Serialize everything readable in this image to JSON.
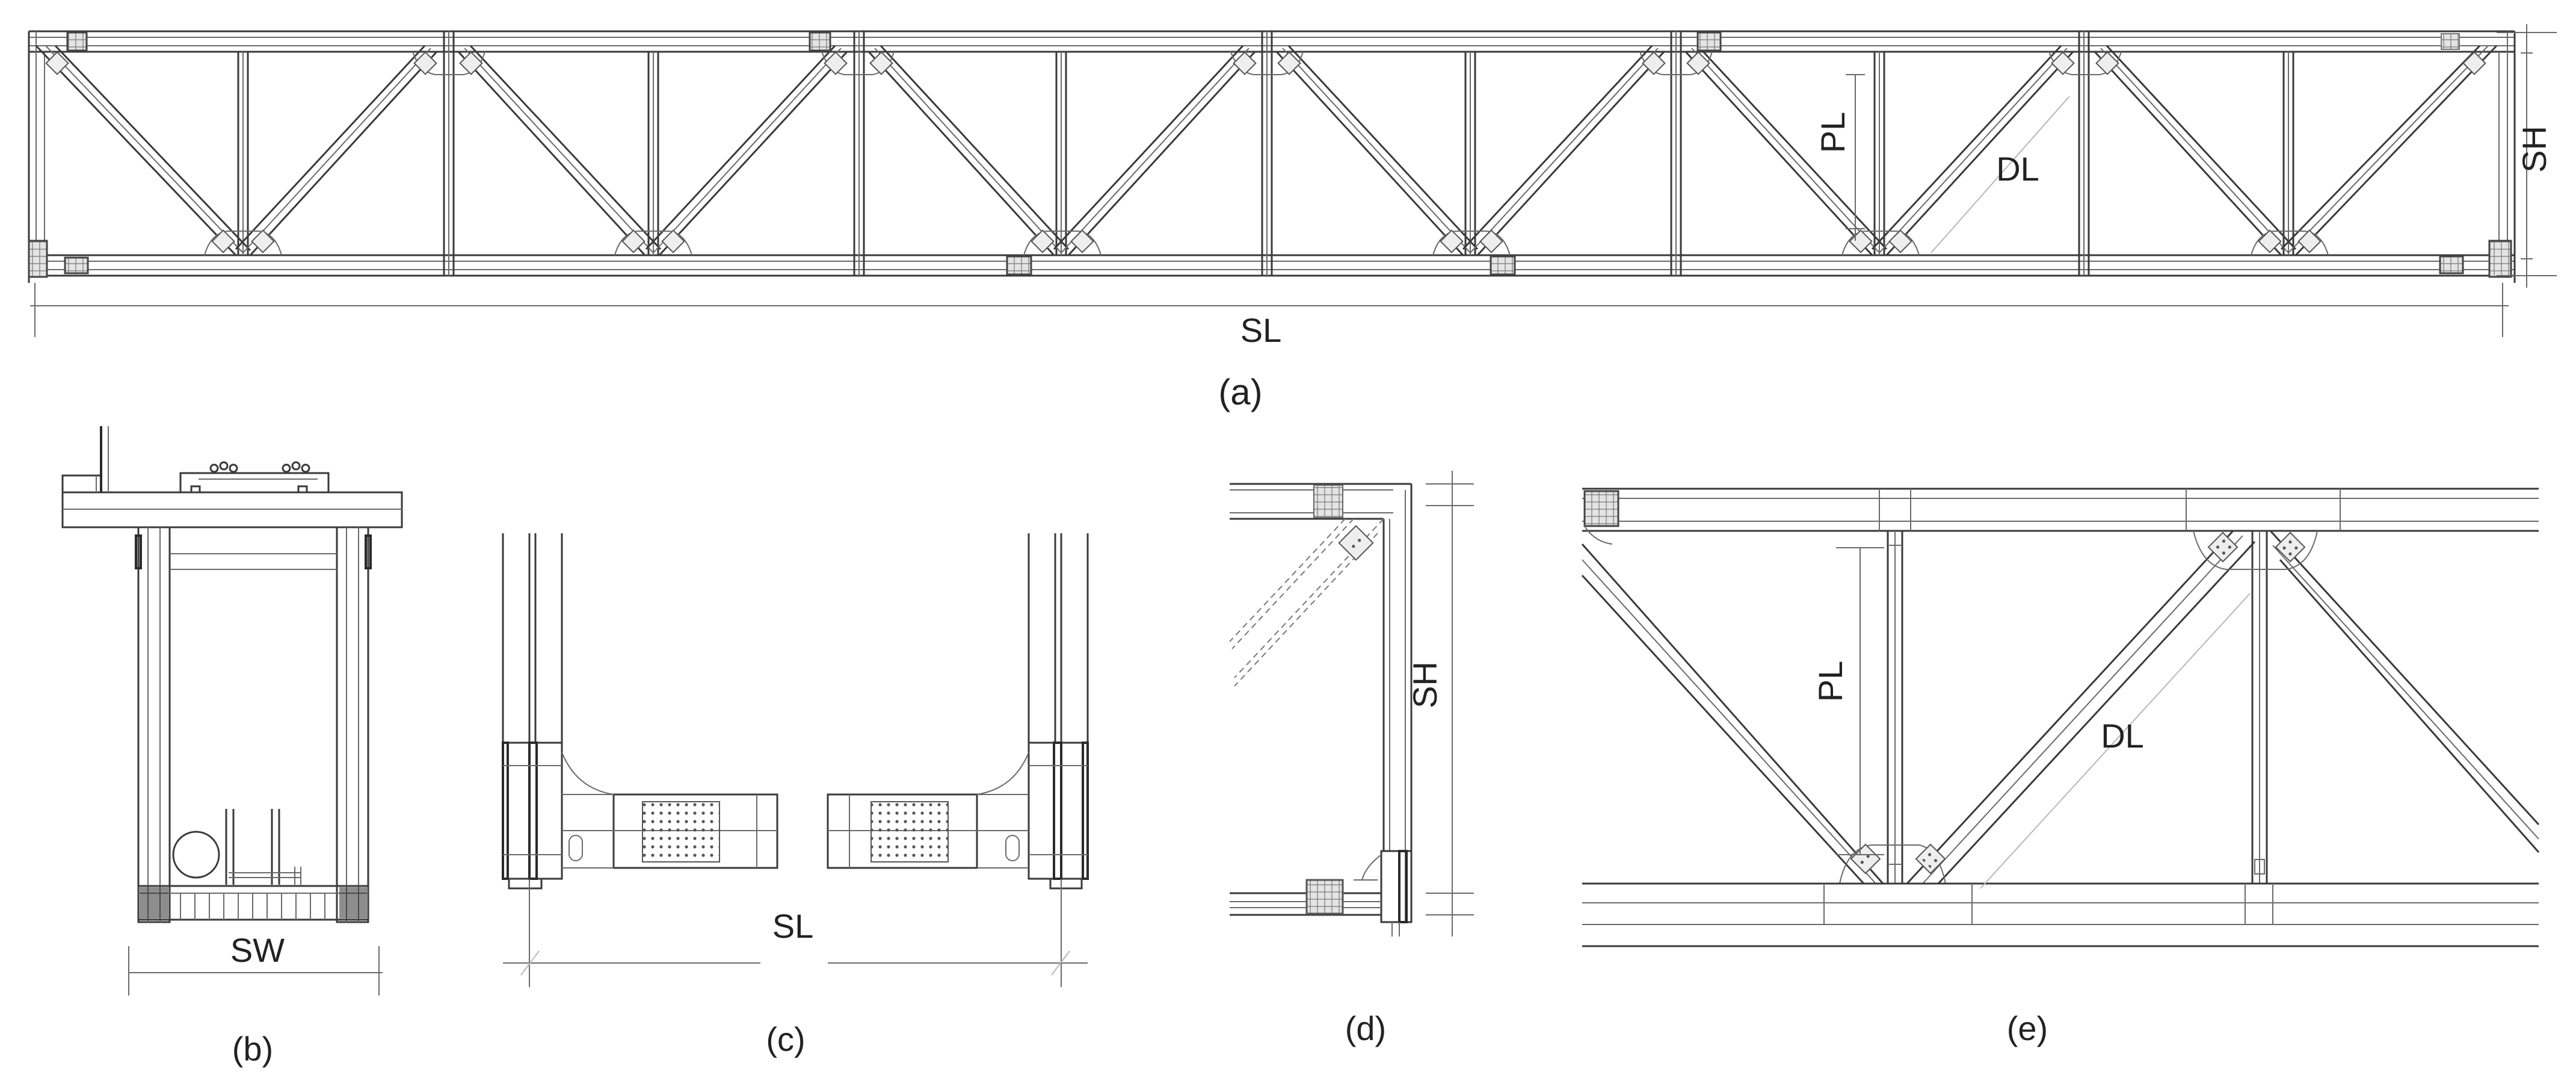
{
  "labels": {
    "sl": "SL",
    "sh": "SH",
    "pl": "PL",
    "dl": "DL",
    "sw": "SW"
  },
  "captions": {
    "a": "(a)",
    "b": "(b)",
    "c": "(c)",
    "d": "(d)",
    "e": "(e)"
  }
}
